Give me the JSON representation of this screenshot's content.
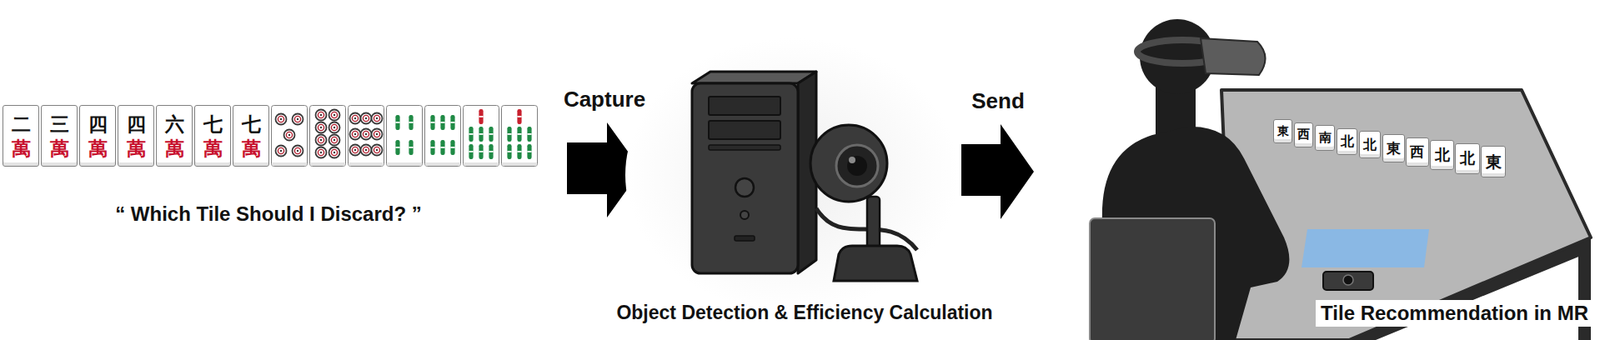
{
  "diagram": {
    "nodes": [
      {
        "text": [
          "二",
          "萬"
        ]
      },
      {
        "text": [
          "三",
          "萬"
        ]
      },
      {
        "text": [
          "四",
          "萬"
        ]
      },
      {
        "text": [
          "四",
          "萬"
        ]
      },
      {
        "text": [
          "六",
          "萬"
        ]
      },
      {
        "text": [
          "七",
          "萬"
        ]
      },
      {
        "text": [
          "七",
          "萬"
        ]
      },
      {
        "text": [
          "東"
        ]
      },
      {
        "text": [
          "西"
        ]
      },
      {
        "text": [
          "南"
        ]
      },
      {
        "text": [
          "北"
        ]
      },
      {
        "text": [
          "北"
        ]
      },
      {
        "text": [
          "東"
        ]
      },
      {
        "text": [
          "西"
        ]
      },
      {
        "text": [
          "北"
        ]
      },
      {
        "text": [
          "北"
        ]
      },
      {
        "text": [
          "東"
        ]
      }
    ],
    "labels": [
      "“ Which Tile Should I Discard? ”",
      "Capture",
      "Object Detection & Efficiency Calculation",
      "Send",
      "Tile Recommendation in MR"
    ]
  }
}
